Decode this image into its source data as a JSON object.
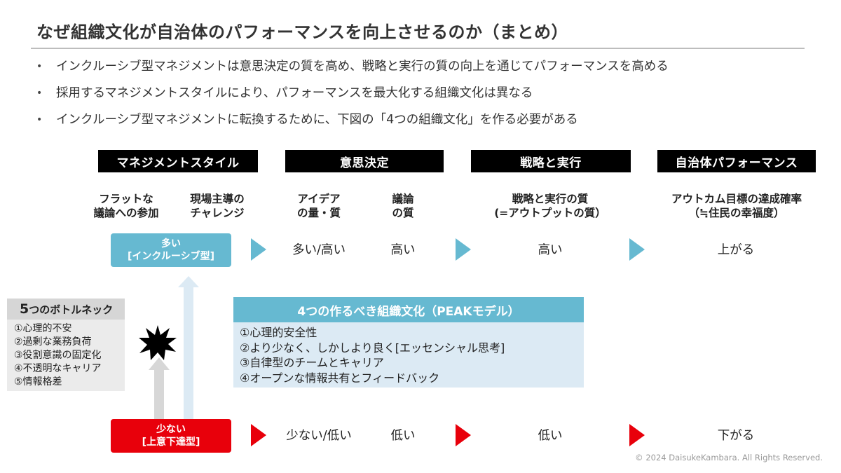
{
  "title": "なぜ組織文化が自治体のパフォーマンスを向上させるのか（まとめ）",
  "bullet_marker": "•",
  "bullets": [
    "インクルーシブ型マネジメントは意思決定の質を高め、戦略と実行の質の向上を通じてパフォーマンスを高める",
    "採用するマネジメントスタイルにより、パフォーマンスを最大化する組織文化は異なる",
    "インクルーシブ型マネジメントに転換するために、下図の「4つの組織文化」を作る必要がある"
  ],
  "headers": {
    "management": "マネジメントスタイル",
    "decision": "意思決定",
    "strategy": "戦略と実行",
    "performance": "自治体パフォーマンス"
  },
  "subheaders": {
    "flat": "フラットな\n議論への参加",
    "field": "現場主導の\nチャレンジ",
    "idea": "アイデア\nの量・質",
    "discussion": "議論\nの質",
    "strategy_quality": "戦略と実行の質\n(=アウトプットの質）",
    "outcome": "アウトカム目標の達成確率\n（≒住民の幸福度）"
  },
  "high_row": {
    "label_line1": "多い",
    "label_line2": "[インクルーシブ型]",
    "idea": "多い/高い",
    "discussion": "高い",
    "strategy": "高い",
    "outcome": "上がる"
  },
  "low_row": {
    "label_line1": "少ない",
    "label_line2": "[上意下達型]",
    "idea": "少ない/低い",
    "discussion": "低い",
    "strategy": "低い",
    "outcome": "下がる"
  },
  "bottleneck": {
    "title_num": "5",
    "title_rest": "つのボトルネック",
    "items": [
      "①心理的不安",
      "②過剰な業務負荷",
      "③役割意識の固定化",
      "④不透明なキャリア",
      "⑤情報格差"
    ]
  },
  "peak": {
    "title": "4つの作るべき組織文化（PEAKモデル）",
    "items": [
      "①心理的安全性",
      "②より少なく、しかしより良く[エッセンシャル思考]",
      "③自律型のチームとキャリア",
      "④オープンな情報共有とフィードバック"
    ]
  },
  "colors": {
    "accent_blue": "#66b9d1",
    "accent_red": "#e8000b",
    "light_blue_bg": "#dceaf4",
    "gray_bg": "#ebebeb",
    "header_black": "#000000"
  },
  "copyright": "© 2024 DaisukeKambara.  All Rights Reserved."
}
